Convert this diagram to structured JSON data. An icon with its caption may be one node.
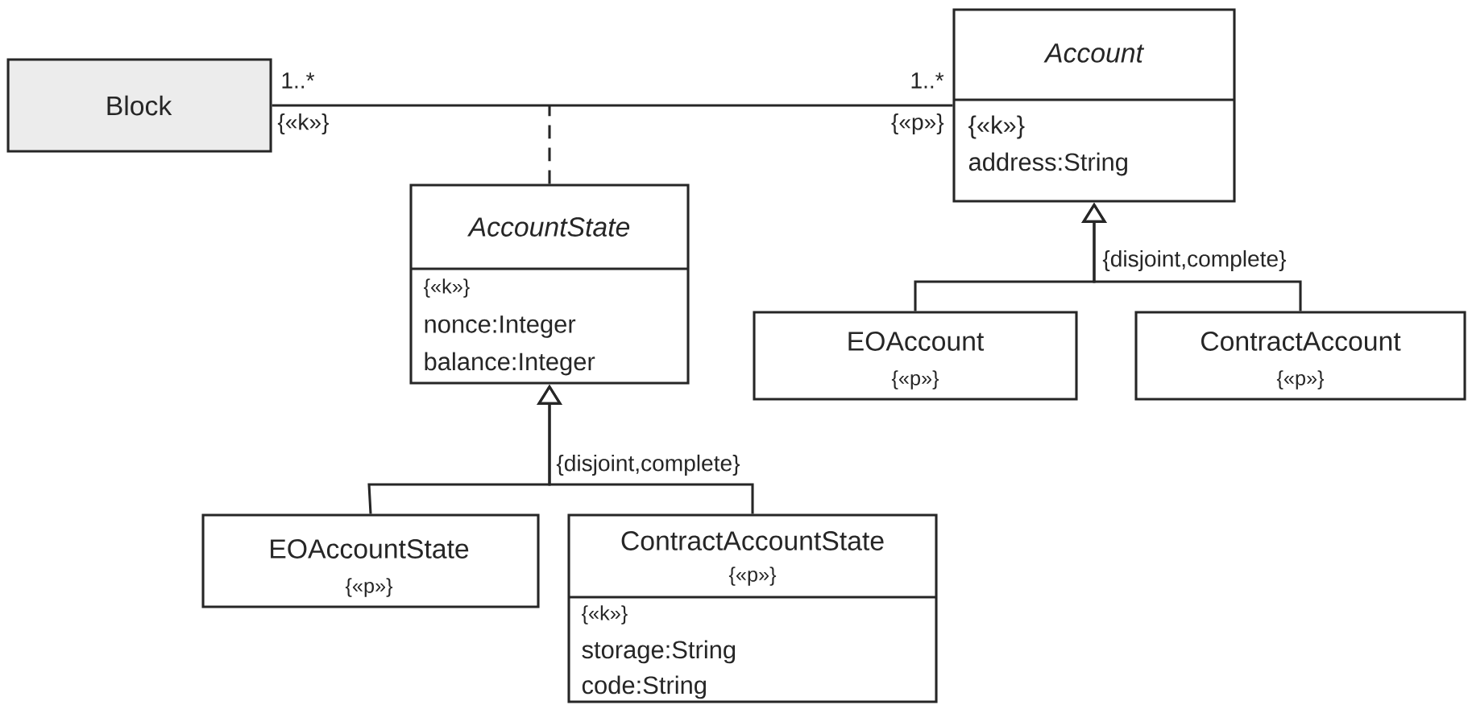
{
  "diagram": {
    "nodes": [
      {
        "text": [
          "Block"
        ]
      },
      {
        "text": [
          "Account",
          "{«k»}",
          "address:String"
        ]
      },
      {
        "text": [
          "AccountState",
          "{«k»}",
          "nonce:Integer",
          "balance:Integer"
        ]
      },
      {
        "text": [
          "EOAccount",
          "{«p»}"
        ]
      },
      {
        "text": [
          "ContractAccount",
          "{«p»}"
        ]
      },
      {
        "text": [
          "EOAccountState",
          "{«p»}"
        ]
      },
      {
        "text": [
          "ContractAccountState",
          "{«p»}",
          "{«k»}",
          "storage:String",
          "code:String"
        ]
      }
    ],
    "edges": [
      {
        "from": 0,
        "to": 1,
        "arrow": "none"
      },
      {
        "from": 2,
        "to": null,
        "arrow": "none",
        "style": "dashed"
      },
      {
        "from": 3,
        "to": 1,
        "arrow": "to",
        "label": "{disjoint,complete}"
      },
      {
        "from": 4,
        "to": 1,
        "arrow": "to"
      },
      {
        "from": 5,
        "to": 2,
        "arrow": "to",
        "label": "{disjoint,complete}"
      },
      {
        "from": 6,
        "to": 2,
        "arrow": "to"
      }
    ],
    "labels": [
      "1..*",
      "1..*",
      "{«k»}",
      "{«p»}"
    ]
  }
}
